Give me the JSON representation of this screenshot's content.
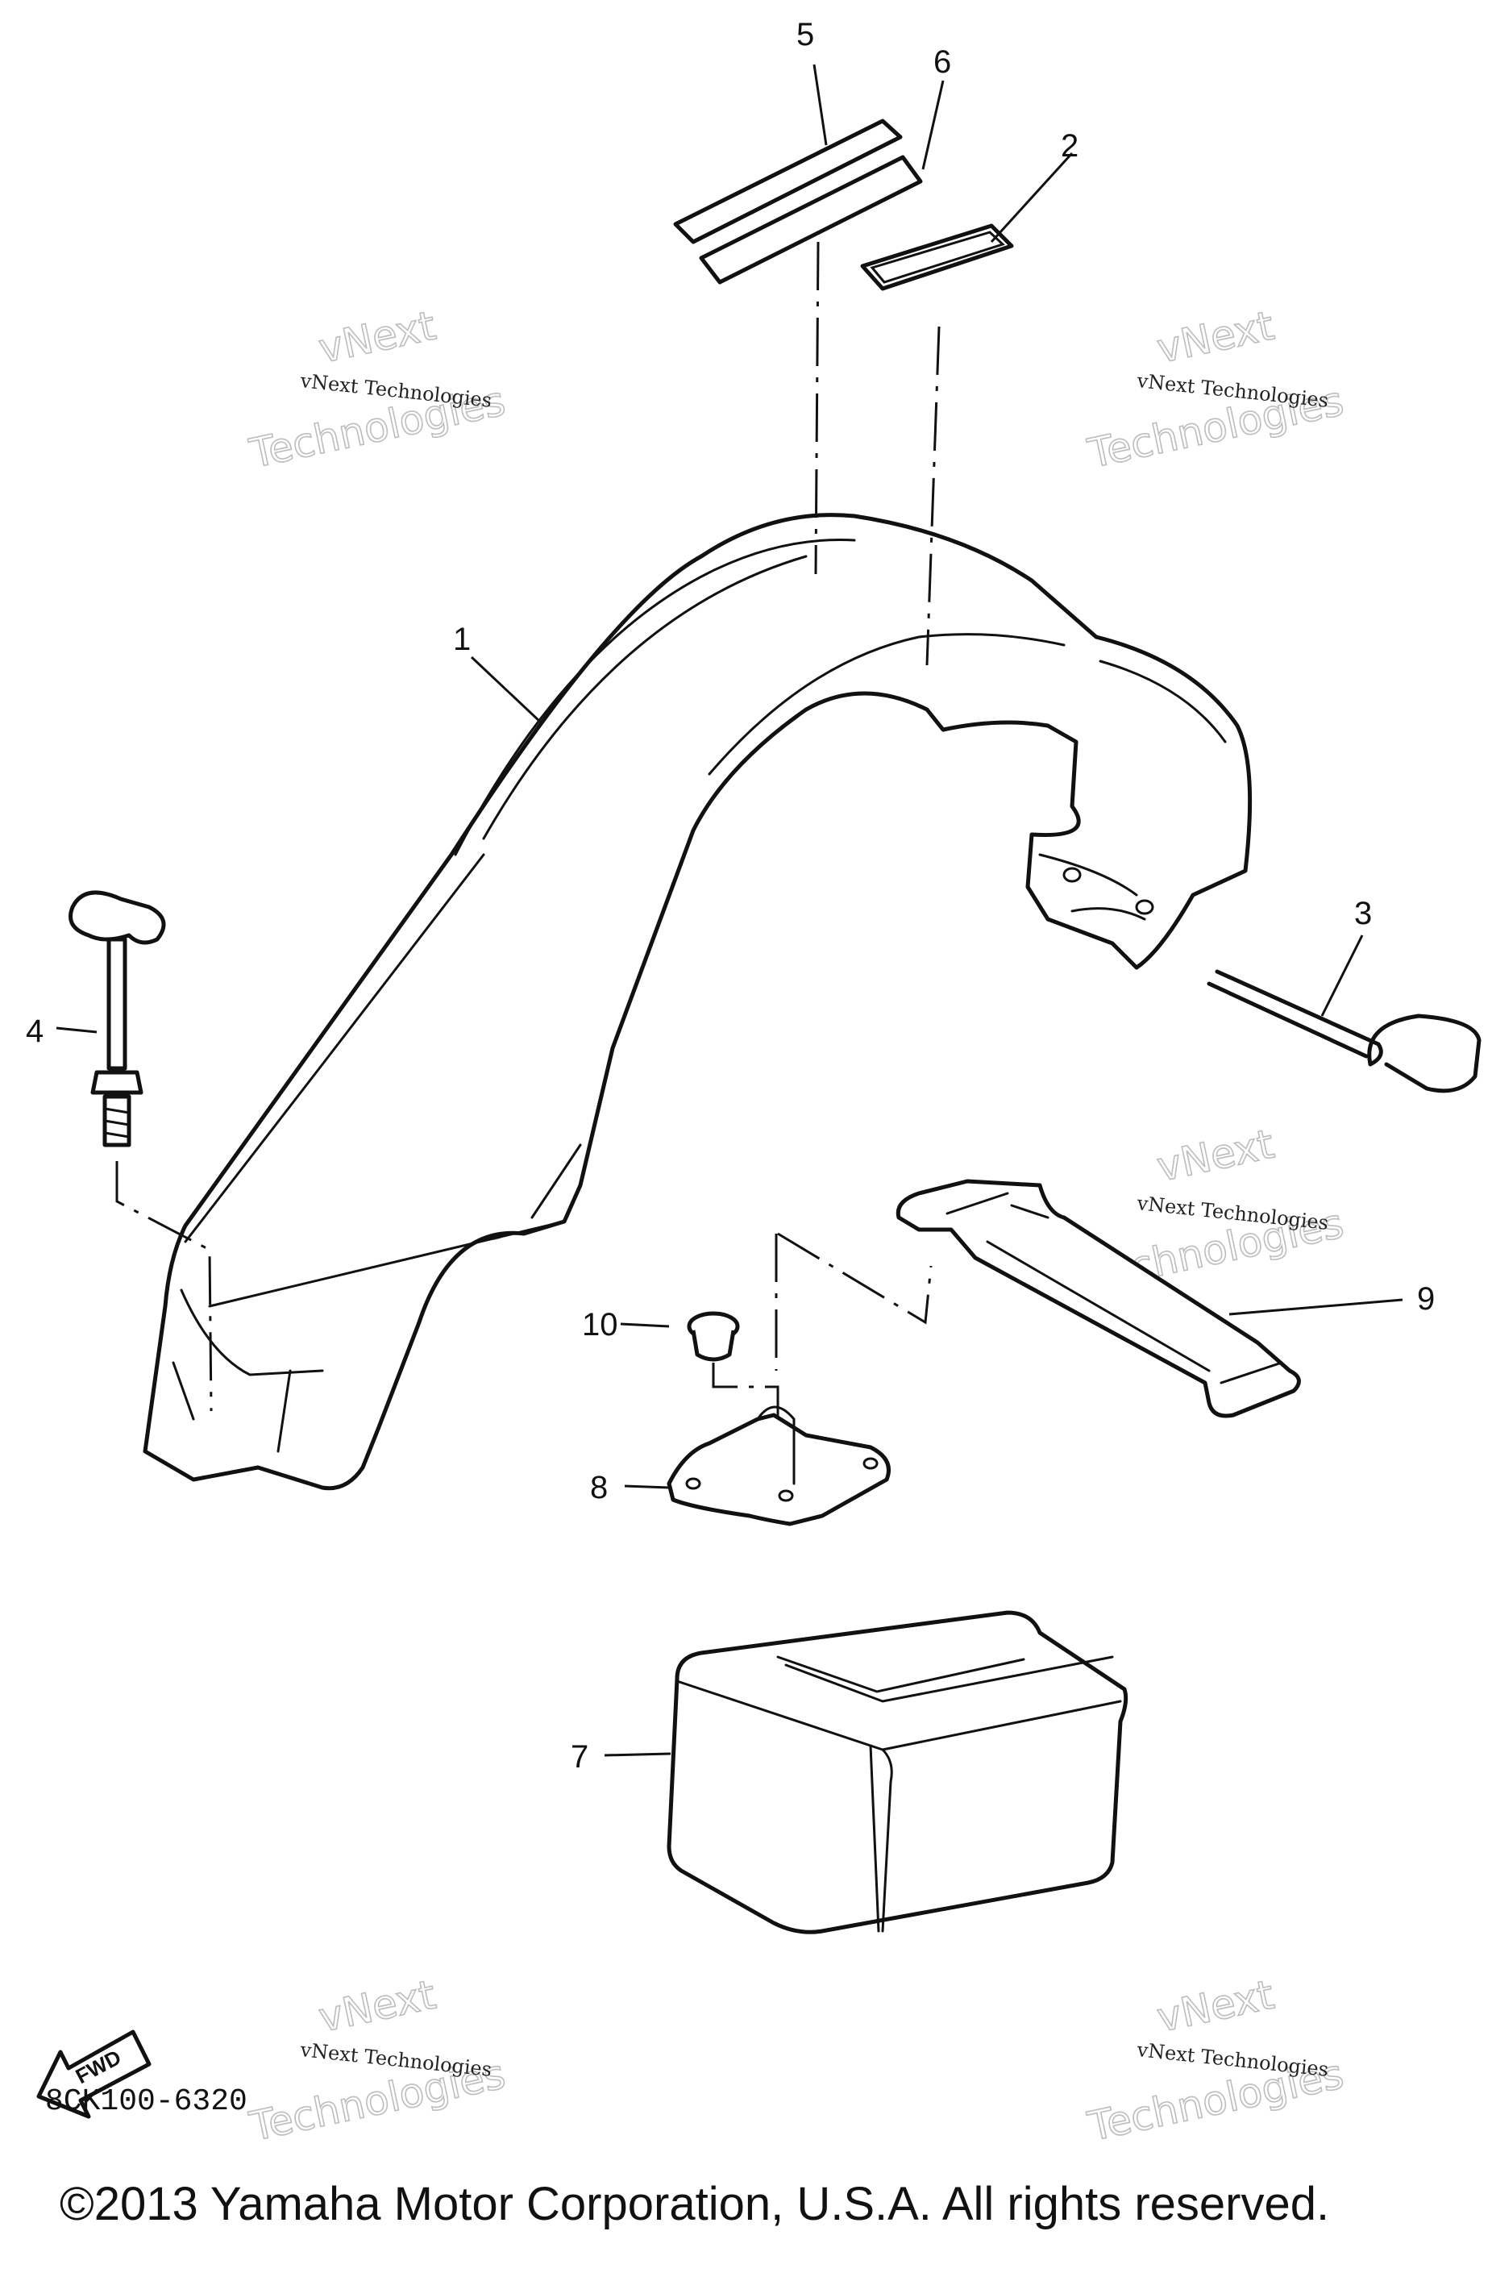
{
  "diagram": {
    "code": "8CK100-6320",
    "copyright": "©2013 Yamaha Motor Corporation, U.S.A. All rights reserved.",
    "fwd_label": "FWD",
    "callouts": [
      "1",
      "2",
      "3",
      "4",
      "5",
      "6",
      "7",
      "8",
      "9",
      "10"
    ],
    "watermark": {
      "line_small": "vNext Technologies",
      "line_big_1": "vNext",
      "line_big_2": "Technologies"
    }
  }
}
